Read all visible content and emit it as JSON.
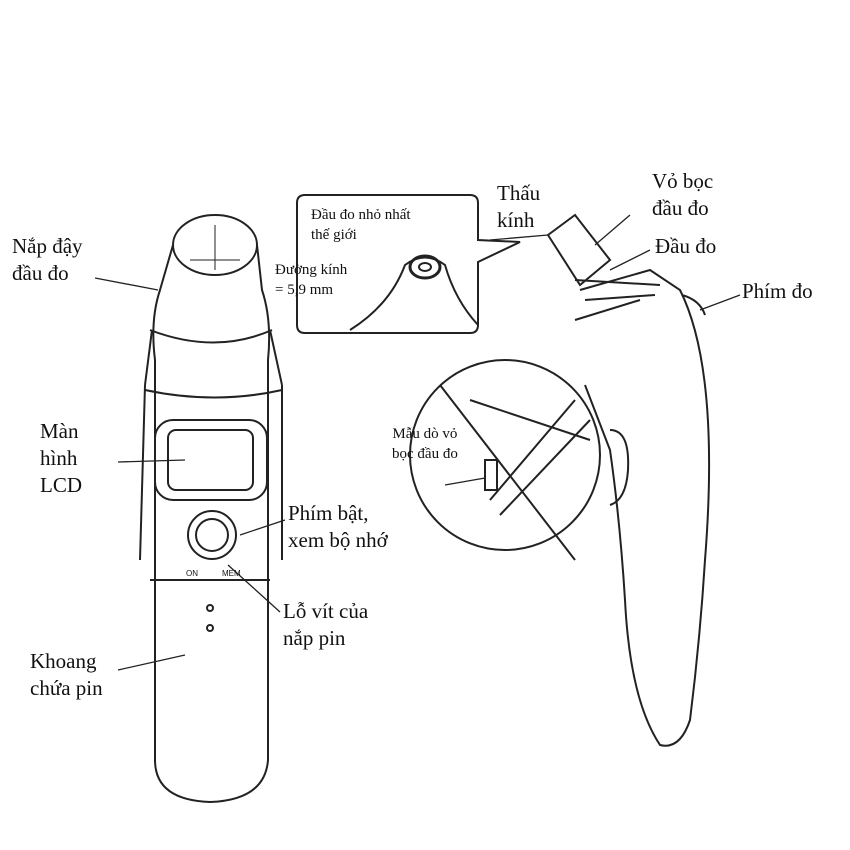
{
  "labels": {
    "cap": [
      "Nắp đậy",
      "đầu  đo"
    ],
    "lcd": [
      "Màn",
      "hình",
      "LCD"
    ],
    "power_button": [
      "Phím bật,",
      "xem bộ nhớ"
    ],
    "screw_hole": [
      "Lỗ vít của",
      "nắp  pin"
    ],
    "battery": [
      "Khoang",
      "chứa pin"
    ],
    "lens": [
      "Thấu",
      "kính"
    ],
    "probe_cover": [
      "Vỏ bọc",
      "đầu đo"
    ],
    "probe": "Đầu đo",
    "measure_button": "Phím đo",
    "cover_detector": [
      "Mẫu dò vỏ",
      "bọc đầu đo"
    ]
  },
  "callout": {
    "title": [
      "Đầu đo nhỏ nhất",
      "thế giới"
    ],
    "diameter": [
      "Đường kính",
      "= 5,9 mm"
    ]
  },
  "device_marks": {
    "on": "ON",
    "mem": "MEM"
  }
}
